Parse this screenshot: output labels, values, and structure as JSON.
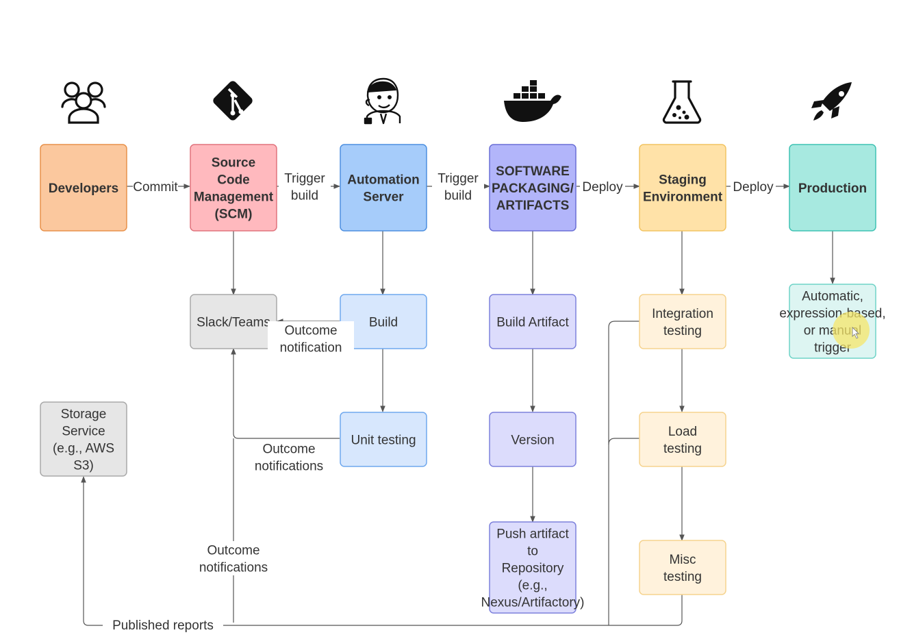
{
  "nodes": {
    "developers": {
      "lines": [
        "Developers"
      ],
      "bold": true,
      "fill": "#FBC89E",
      "stroke": "#E8914A"
    },
    "scm": {
      "lines": [
        "Source",
        "Code",
        "Management",
        "(SCM)"
      ],
      "bold": true,
      "fill": "#FFB9BE",
      "stroke": "#E0737D"
    },
    "automation": {
      "lines": [
        "Automation",
        "Server"
      ],
      "bold": true,
      "fill": "#A6CCFA",
      "stroke": "#4D8FE0"
    },
    "packaging": {
      "lines": [
        "SOFTWARE",
        "PACKAGING/",
        "ARTIFACTS"
      ],
      "bold": true,
      "fill": "#B2B5FA",
      "stroke": "#6A6FD6"
    },
    "staging": {
      "lines": [
        "Staging",
        "Environment"
      ],
      "bold": true,
      "fill": "#FFE2A8",
      "stroke": "#F2C462"
    },
    "production": {
      "lines": [
        "Production"
      ],
      "bold": true,
      "fill": "#A7E9E0",
      "stroke": "#3FC2B3"
    },
    "slack": {
      "lines": [
        "Slack/Teams"
      ],
      "bold": false,
      "fill": "#E6E6E6",
      "stroke": "#A9A9A9"
    },
    "build": {
      "lines": [
        "Build"
      ],
      "bold": false,
      "fill": "#D7E7FD",
      "stroke": "#6FA8EE"
    },
    "unit": {
      "lines": [
        "Unit testing"
      ],
      "bold": false,
      "fill": "#D7E7FD",
      "stroke": "#6FA8EE"
    },
    "artifact": {
      "lines": [
        "Build Artifact"
      ],
      "bold": false,
      "fill": "#DCDCFC",
      "stroke": "#7C80DC"
    },
    "version": {
      "lines": [
        "Version"
      ],
      "bold": false,
      "fill": "#DCDCFC",
      "stroke": "#7C80DC"
    },
    "push": {
      "lines": [
        "Push artifact",
        "to",
        "Repository",
        "(e.g.,",
        "Nexus/Artifactory)"
      ],
      "bold": false,
      "fill": "#DCDCFC",
      "stroke": "#7C80DC"
    },
    "integration": {
      "lines": [
        "Integration",
        "testing"
      ],
      "bold": false,
      "fill": "#FFF2DC",
      "stroke": "#F5D38E"
    },
    "load": {
      "lines": [
        "Load",
        "testing"
      ],
      "bold": false,
      "fill": "#FFF2DC",
      "stroke": "#F5D38E"
    },
    "misc": {
      "lines": [
        "Misc",
        "testing"
      ],
      "bold": false,
      "fill": "#FFF2DC",
      "stroke": "#F5D38E"
    },
    "trigger": {
      "lines": [
        "Automatic,",
        "expression-based,",
        "or manual",
        "trigger"
      ],
      "bold": false,
      "fill": "#DDF5F2",
      "stroke": "#6FD3C7"
    },
    "storage": {
      "lines": [
        "Storage",
        "Service",
        "(e.g., AWS",
        "S3)"
      ],
      "bold": false,
      "fill": "#E6E6E6",
      "stroke": "#A9A9A9"
    }
  },
  "edge_labels": {
    "commit": [
      "Commit"
    ],
    "trigger1": [
      "Trigger",
      "build"
    ],
    "trigger2": [
      "Trigger",
      "build"
    ],
    "deploy1": [
      "Deploy"
    ],
    "deploy2": [
      "Deploy"
    ],
    "outcome_build": [
      "Outcome",
      "notification"
    ],
    "outcome_unit": [
      "Outcome",
      "notifications"
    ],
    "outcome_bottom": [
      "Outcome",
      "notifications"
    ],
    "published": [
      "Published reports"
    ]
  },
  "icons": [
    "team-icon",
    "git-icon",
    "jenkins-icon",
    "docker-icon",
    "flask-icon",
    "rocket-icon"
  ],
  "colors": {
    "line": "#555555",
    "text": "#333333",
    "cursor": "#F5E66A"
  }
}
